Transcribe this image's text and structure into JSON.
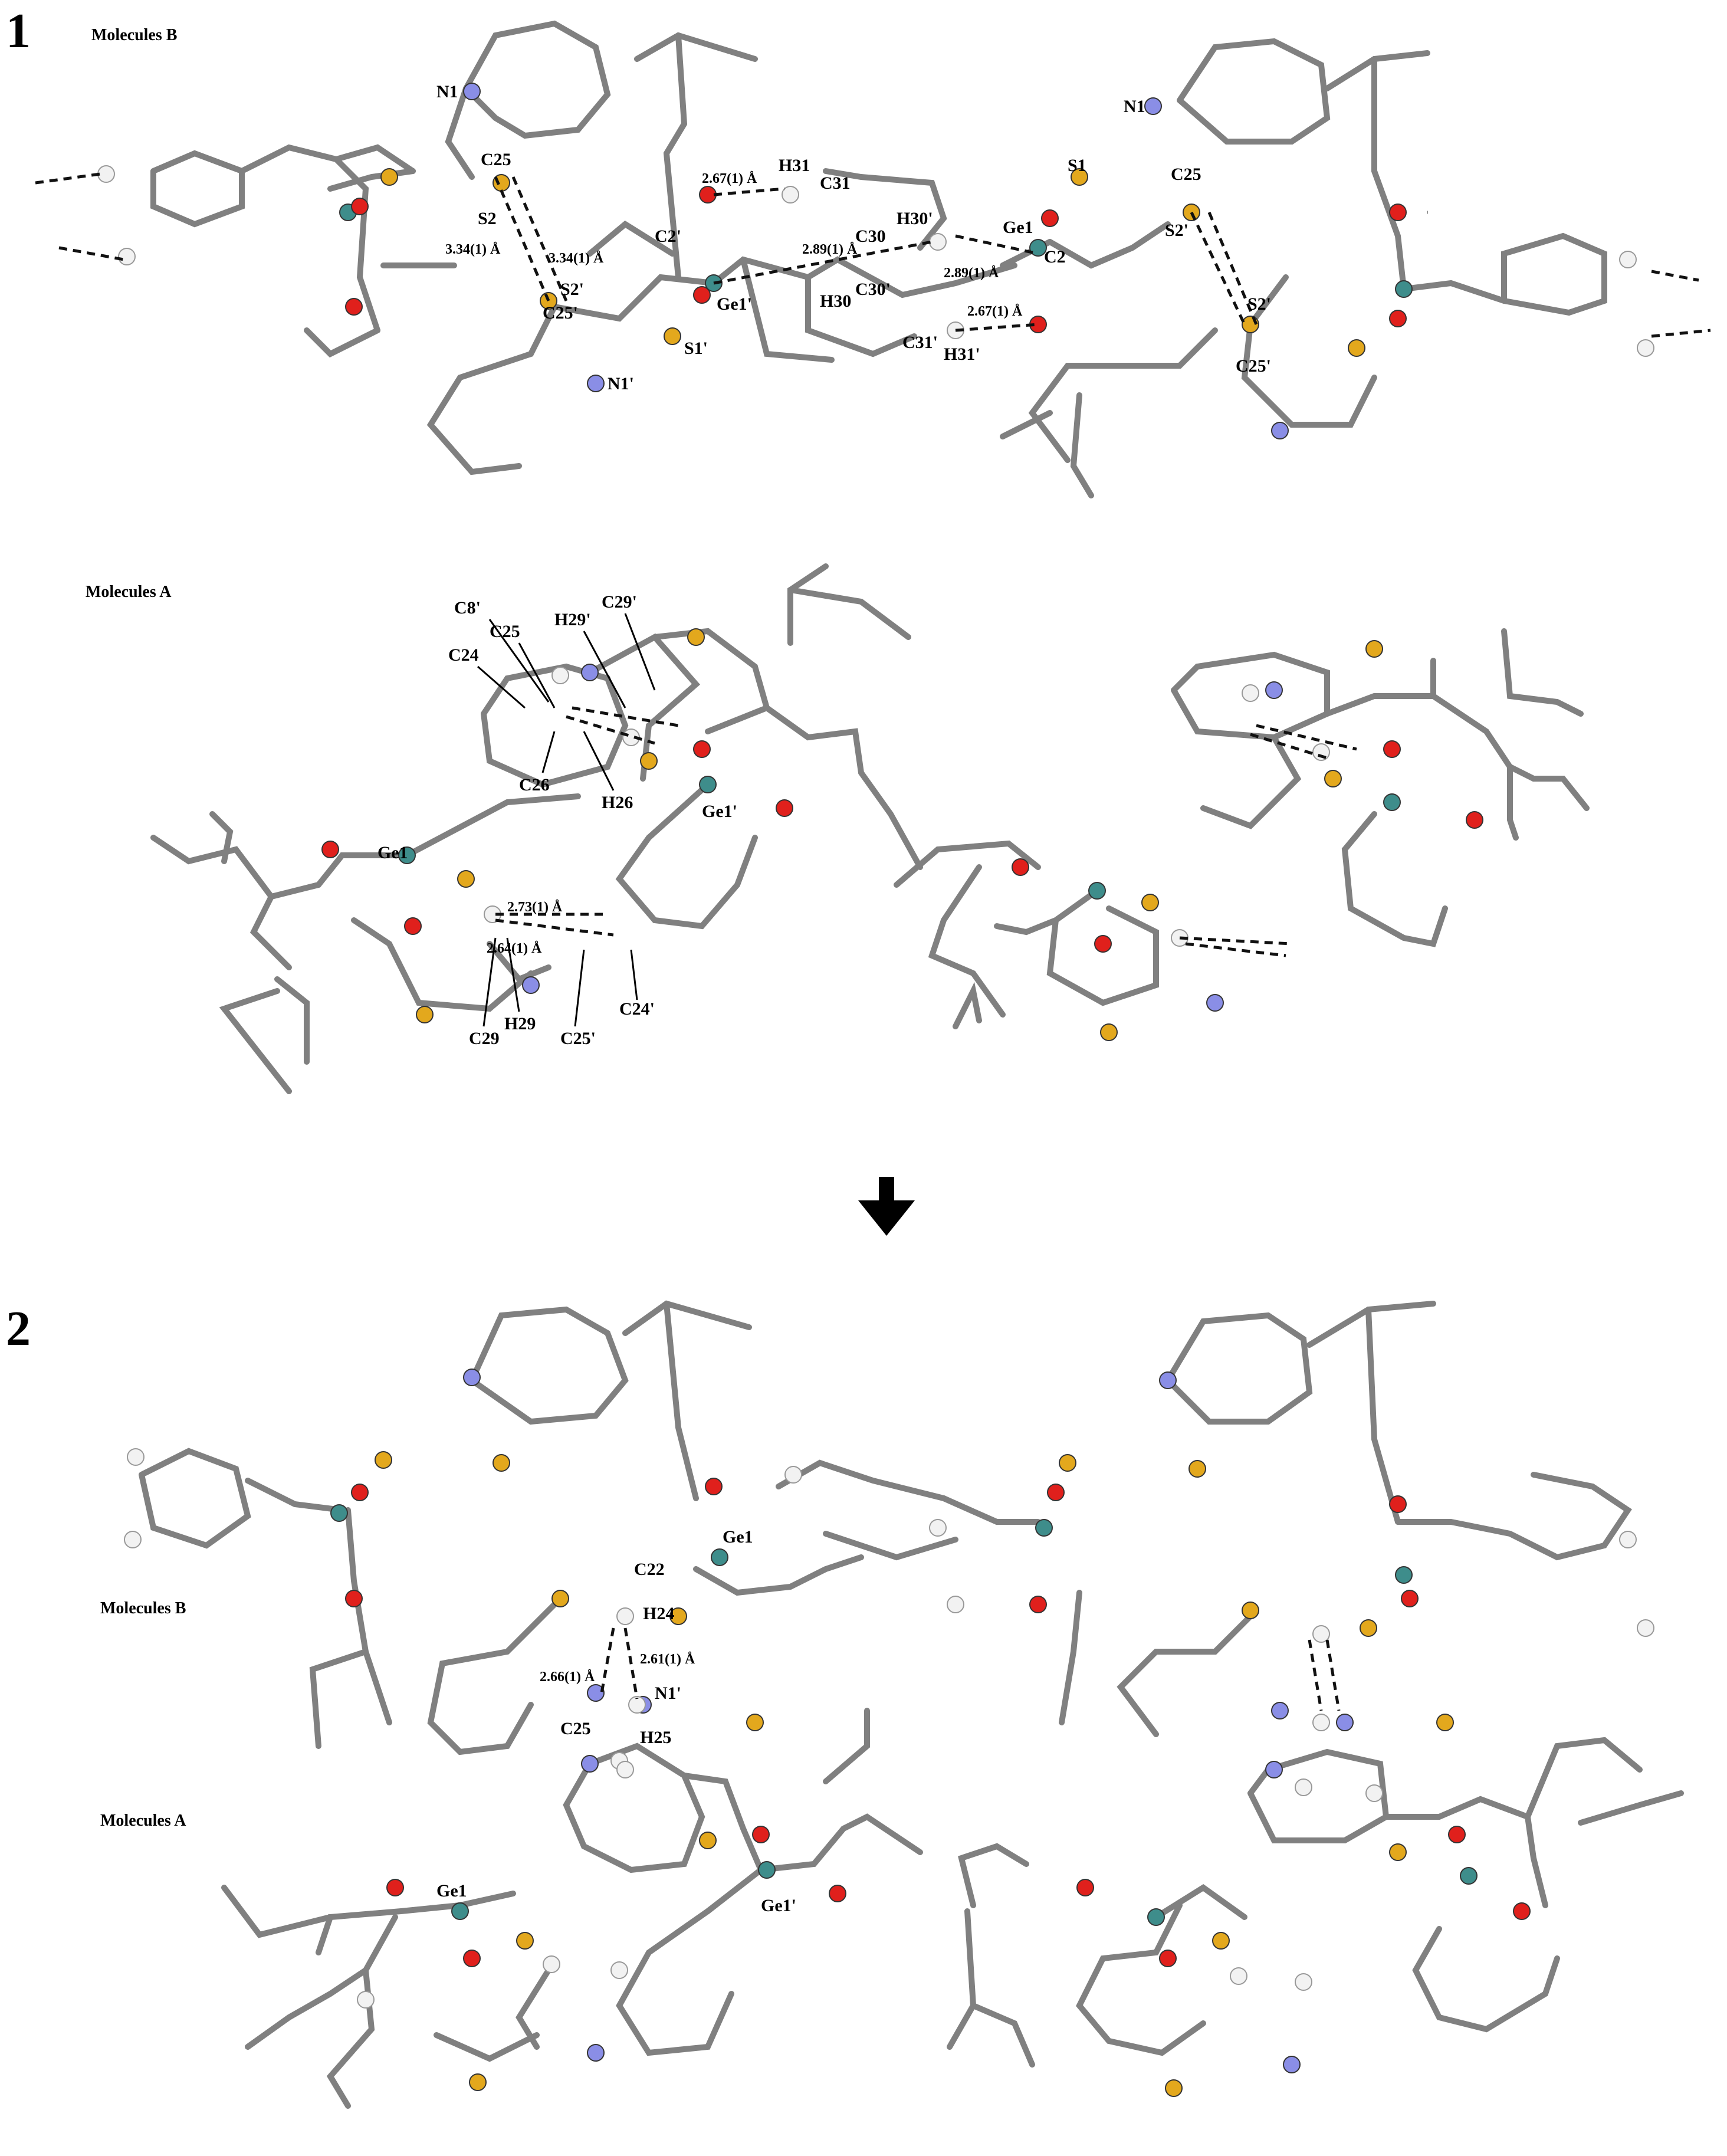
{
  "panels": [
    {
      "number": "1",
      "molecules_b_label": "Molecules B",
      "molecules_a_label": "Molecules A",
      "b_atom_labels": [
        "N1",
        "C25",
        "S2",
        "S2'",
        "C25'",
        "S1'",
        "N1'",
        "C2'",
        "Ge1'",
        "H31",
        "C31",
        "H30'",
        "C30",
        "C30'",
        "H30",
        "C31'",
        "H31'",
        "Ge1",
        "C2",
        "S1",
        "N1",
        "C25",
        "S2'",
        "S2'",
        "C25'"
      ],
      "b_distance_labels": [
        "3.34(1) Å",
        "3.34(1) Å",
        "2.67(1) Å",
        "2.89(1) Å",
        "2.89(1) Å",
        "2.67(1) Å"
      ],
      "a_atom_labels": [
        "C8'",
        "C25",
        "C24",
        "H29'",
        "C29'",
        "C26",
        "H26",
        "Ge1'",
        "Ge1",
        "C29",
        "H29",
        "C25'",
        "C24'"
      ],
      "a_distance_labels": [
        "2.73(1) Å",
        "2.64(1) Å"
      ]
    },
    {
      "number": "2",
      "molecules_b_label": "Molecules B",
      "molecules_a_label": "Molecules A",
      "atom_labels": [
        "Ge1",
        "C22",
        "H24",
        "N1'",
        "H25",
        "C25",
        "Ge1'",
        "Ge1"
      ],
      "distance_labels": [
        "2.66(1) Å",
        "2.61(1) Å"
      ]
    }
  ],
  "arrow_icon": "down-arrow-icon",
  "colors": {
    "carbon": "#8c8c8c",
    "oxygen": "#e0201c",
    "sulfur": "#e3a81d",
    "nitrogen": "#8a8ee6",
    "germanium": "#3e8d8b",
    "hydrogen": "#f2f2f2"
  }
}
